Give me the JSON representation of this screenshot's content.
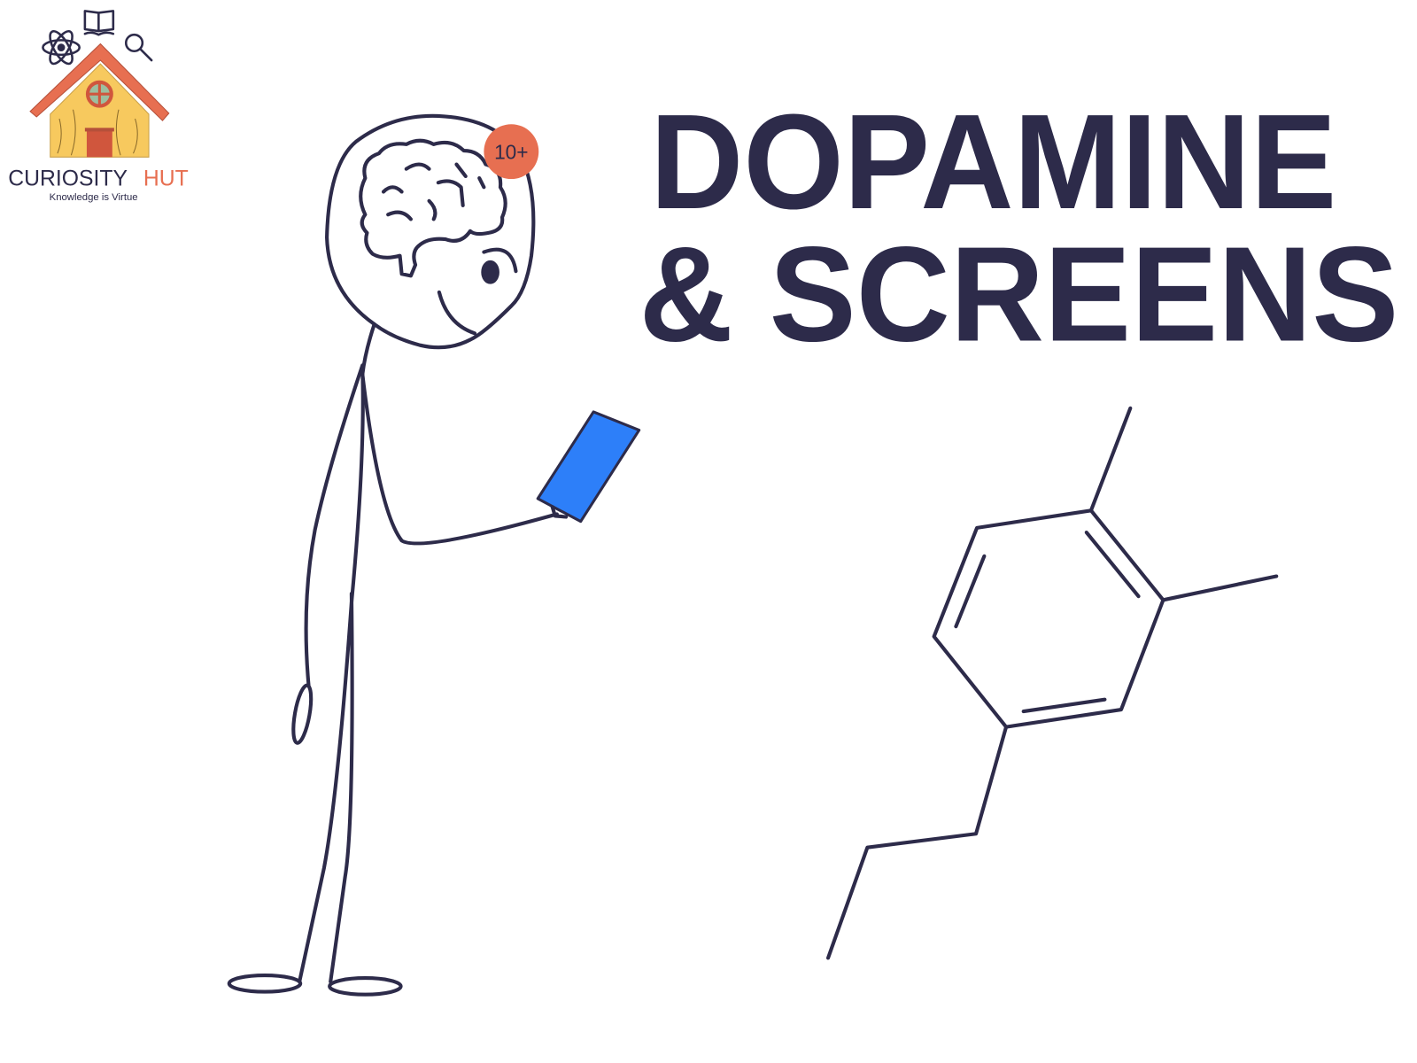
{
  "logo": {
    "name_part1": "CURIOSITY",
    "name_part2": "HUT",
    "tagline": "Knowledge is Virtue"
  },
  "title": {
    "line1": "DOPAMINE",
    "line2": "& SCREENS"
  },
  "notification_badge": "10+",
  "colors": {
    "ink": "#2d2b4a",
    "accent": "#e76f51",
    "phone": "#2d7ff9",
    "wood": "#f7c95e"
  }
}
